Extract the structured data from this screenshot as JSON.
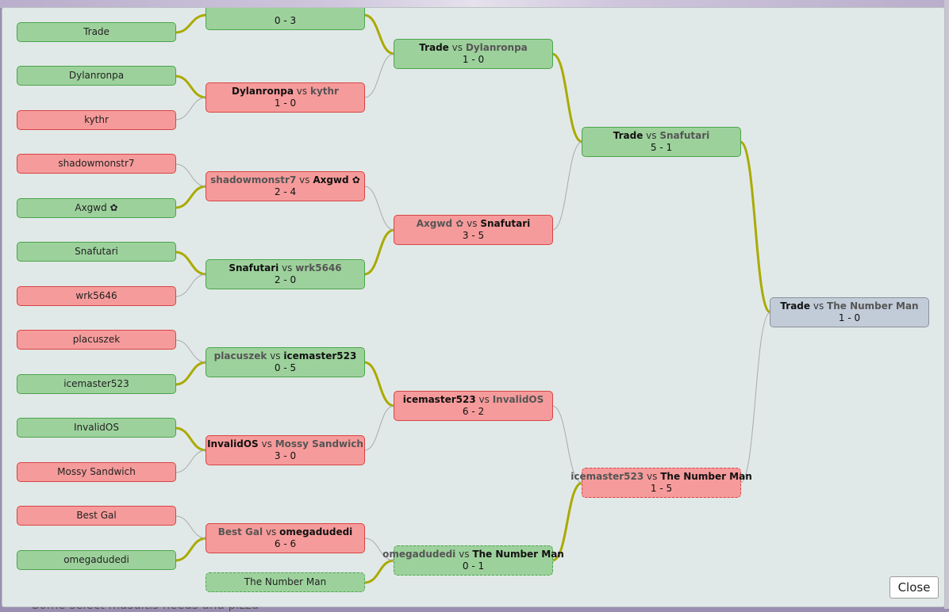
{
  "background": {
    "partial_text": "Some select masuitis needs and pizza"
  },
  "close_label": "Close",
  "colors": {
    "winner_bg": "#9dd19c",
    "loser_bg": "#f69b9b",
    "final_bg": "#c2cbd8",
    "winner_link": "#aaaa00",
    "loser_link": "#a9a9a9"
  },
  "bracket": {
    "round1_players": [
      {
        "name": "Trade",
        "result": "win"
      },
      {
        "name": "Dylanronpa",
        "result": "win"
      },
      {
        "name": "kythr",
        "result": "loss"
      },
      {
        "name": "shadowmonstr7",
        "result": "loss"
      },
      {
        "name": "Axgwd ✿",
        "result": "win"
      },
      {
        "name": "Snafutari",
        "result": "win"
      },
      {
        "name": "wrk5646",
        "result": "loss"
      },
      {
        "name": "placuszek",
        "result": "loss"
      },
      {
        "name": "icemaster523",
        "result": "win"
      },
      {
        "name": "InvalidOS",
        "result": "win"
      },
      {
        "name": "Mossy Sandwich",
        "result": "loss"
      },
      {
        "name": "Best Gal",
        "result": "loss"
      },
      {
        "name": "omegadudedi",
        "result": "win"
      }
    ],
    "matches": [
      {
        "p1": "",
        "p2": "",
        "score": "0 - 3",
        "result": "win"
      },
      {
        "p1": "Dylanronpa",
        "p2": "kythr",
        "score": "1 - 0",
        "result": "loss"
      },
      {
        "p1": "shadowmonstr7",
        "p2": "Axgwd ✿",
        "score": "2 - 4",
        "result": "loss"
      },
      {
        "p1": "Snafutari",
        "p2": "wrk5646",
        "score": "2 - 0",
        "result": "win"
      },
      {
        "p1": "placuszek",
        "p2": "icemaster523",
        "score": "0 - 5",
        "result": "win"
      },
      {
        "p1": "InvalidOS",
        "p2": "Mossy Sandwich",
        "score": "3 - 0",
        "result": "loss"
      },
      {
        "p1": "Best Gal",
        "p2": "omegadudedi",
        "score": "6 - 6",
        "result": "loss"
      },
      {
        "p1": "Trade",
        "p2": "Dylanronpa",
        "score": "1 - 0",
        "result": "win"
      },
      {
        "p1": "Axgwd ✿",
        "p2": "Snafutari",
        "score": "3 - 5",
        "result": "loss"
      },
      {
        "p1": "icemaster523",
        "p2": "InvalidOS",
        "score": "6 - 2",
        "result": "loss"
      },
      {
        "p1": "omegadudedi",
        "p2": "The Number Man",
        "score": "0 - 1",
        "result": "win"
      },
      {
        "p1": "Trade",
        "p2": "Snafutari",
        "score": "5 - 1",
        "result": "win"
      },
      {
        "p1": "icemaster523",
        "p2": "The Number Man",
        "score": "1 - 5",
        "result": "loss"
      },
      {
        "p1": "Trade",
        "p2": "The Number Man",
        "score": "1 - 0",
        "result": "final"
      }
    ],
    "bye_player": {
      "name": "The Number Man",
      "result": "win"
    },
    "vs_text": "vs"
  }
}
